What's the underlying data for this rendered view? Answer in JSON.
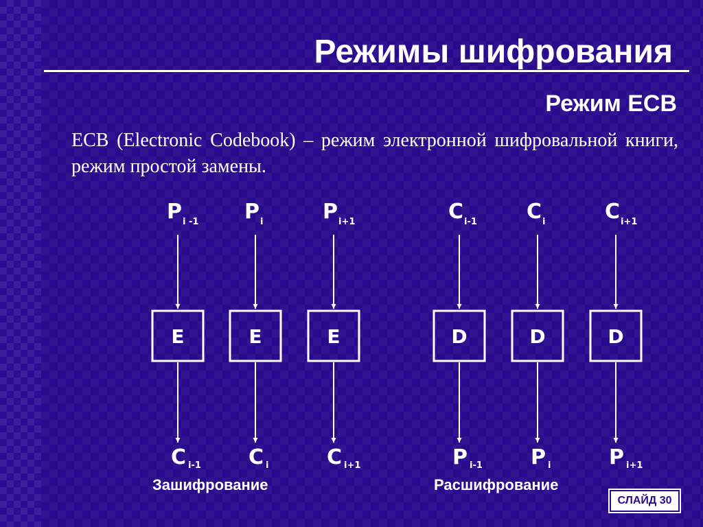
{
  "slide": {
    "title": "Режимы шифрования",
    "subtitle": "Режим ECB",
    "description": "ECB (Electronic Codebook) – режим электронной шифровальной книги, режим простой замены.",
    "badge": "СЛАЙД 30"
  },
  "diagram": {
    "encryption": {
      "caption": "Зашифрование",
      "columns": [
        {
          "input": {
            "base": "P",
            "sub": "i -1"
          },
          "block": "E",
          "output": {
            "base": "C",
            "sub": "i-1"
          }
        },
        {
          "input": {
            "base": "P",
            "sub": "i"
          },
          "block": "E",
          "output": {
            "base": "C",
            "sub": "i"
          }
        },
        {
          "input": {
            "base": "P",
            "sub": "i+1"
          },
          "block": "E",
          "output": {
            "base": "C",
            "sub": "i+1"
          }
        }
      ]
    },
    "decryption": {
      "caption": "Расшифрование",
      "columns": [
        {
          "input": {
            "base": "C",
            "sub": "i-1"
          },
          "block": "D",
          "output": {
            "base": "P",
            "sub": "i-1"
          }
        },
        {
          "input": {
            "base": "C",
            "sub": "i"
          },
          "block": "D",
          "output": {
            "base": "P",
            "sub": "i"
          }
        },
        {
          "input": {
            "base": "C",
            "sub": "i+1"
          },
          "block": "D",
          "output": {
            "base": "P",
            "sub": "i+1"
          }
        }
      ]
    }
  }
}
